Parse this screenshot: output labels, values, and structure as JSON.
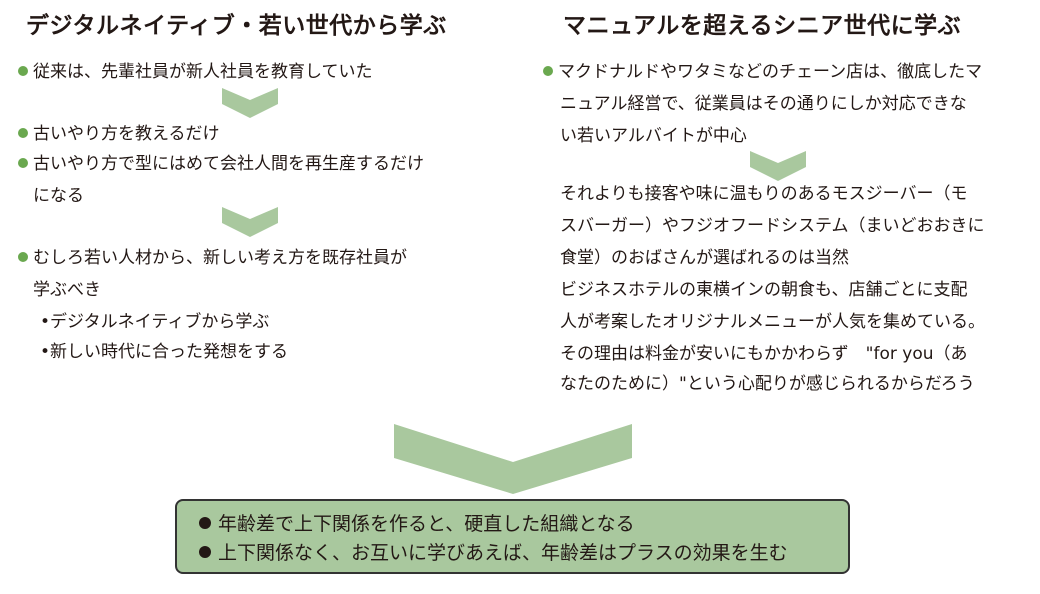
{
  "left": {
    "heading": "デジタルネイティブ・若い世代から学ぶ",
    "item1": "従来は、先輩社員が新人社員を教育していた",
    "item2": "古いやり方を教えるだけ",
    "item3_line1": "古いやり方で型にはめて会社人間を再生産するだけ",
    "item3_line2": "になる",
    "item4_line1": "むしろ若い人材から、新しい考え方を既存社員が",
    "item4_line2": "学ぶべき",
    "sub1": "•デジタルネイティブから学ぶ",
    "sub2": "•新しい時代に合った発想をする"
  },
  "right": {
    "heading": "マニュアルを超えるシニア世代に学ぶ",
    "item1_lines": [
      "マクドナルドやワタミなどのチェーン店は、徹底したマ",
      "ニュアル経営で、従業員はその通りにしか対応できな",
      "い若いアルバイトが中心"
    ],
    "body_lines": [
      "それよりも接客や味に温もりのあるモスジーバー（モ",
      "スバーガー）やフジオフードシステム（まいどおおきに",
      "食堂）のおばさんが選ばれるのは当然",
      "ビジネスホテルの東横インの朝食も、店舗ごとに支配",
      "人が考案したオリジナルメニューが人気を集めている。",
      "その理由は料金が安いにもかかわらず　\"for you（あ",
      "なたのために）\"という心配りが感じられるからだろう"
    ]
  },
  "summary": {
    "line1": "年齢差で上下関係を作ると、硬直した組織となる",
    "line2": "上下関係なく、お互いに学びあえば、年齢差はプラスの効果を生む"
  },
  "colors": {
    "accent_green": "#6aa84f",
    "arrow_green": "#a9c89e",
    "box_fill": "#a9c89e",
    "text": "#231815"
  }
}
